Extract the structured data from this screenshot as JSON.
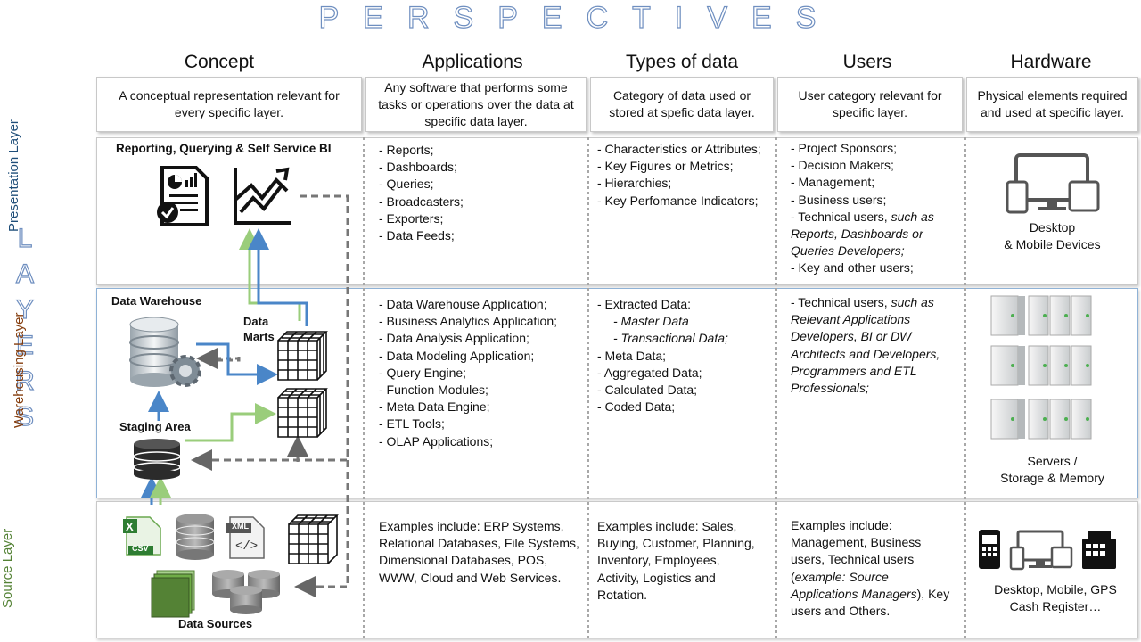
{
  "titles": {
    "top": "PERSPECTIVES",
    "side": "LAYERS"
  },
  "columns": [
    {
      "name": "Concept",
      "description": "A conceptual representation relevant for every specific layer."
    },
    {
      "name": "Applications",
      "description": "Any software that performs some tasks or operations over the data at specific data layer."
    },
    {
      "name": "Types of data",
      "description": "Category of data used or stored at spefic data layer."
    },
    {
      "name": "Users",
      "description": "User category relevant for specific layer."
    },
    {
      "name": "Hardware",
      "description": "Physical elements required and used at specific layer."
    }
  ],
  "layers": {
    "presentation": {
      "label": "Presentation Layer",
      "label_color": "#1f4e79",
      "concept_title": "Reporting, Querying & Self Service BI",
      "applications": [
        "- Reports;",
        "- Dashboards;",
        "- Queries;",
        "- Broadcasters;",
        "- Exporters;",
        "- Data Feeds;"
      ],
      "types": [
        "- Characteristics or Attributes;",
        "- Key Figures or Metrics;",
        "- Hierarchies;",
        "- Key Perfomance Indicators;"
      ],
      "users_lines": [
        "- Project Sponsors;",
        "- Decision Makers;",
        "- Management;",
        "- Business users;"
      ],
      "users_tech_prefix": "- Technical users, ",
      "users_tech_italic_1": "such as",
      "users_tech_italic_2": "Reports, Dashboards or",
      "users_tech_italic_3": "Queries Developers;",
      "users_last": "- Key and other users;",
      "hardware_line1": "Desktop",
      "hardware_line2": "& Mobile Devices"
    },
    "warehousing": {
      "label": "Warehousing Layer",
      "label_color": "#843c0c",
      "dw_label": "Data Warehouse",
      "marts_label_1": "Data",
      "marts_label_2": "Marts",
      "staging_label": "Staging Area",
      "applications": [
        "- Data Warehouse Application;",
        "- Business Analytics Application;",
        "- Data Analysis Application;",
        "- Data Modeling Application;",
        "- Query Engine;",
        "- Function Modules;",
        "- Meta Data Engine;",
        "- ETL Tools;",
        "- OLAP Applications;"
      ],
      "types_first": "- Extracted Data:",
      "types_sub": [
        "- Master Data",
        "- Transactional Data;"
      ],
      "types_rest": [
        "- Meta Data;",
        "- Aggregated Data;",
        "- Calculated Data;",
        "- Coded Data;"
      ],
      "users_prefix": "- Technical users, ",
      "users_italic_1": "such as",
      "users_italic_lines": [
        "Relevant Applications",
        "Developers, BI or DW",
        "Architects and Developers,",
        "Programmers and ETL",
        "Professionals;"
      ],
      "hardware_line1": "Servers /",
      "hardware_line2": "Storage & Memory"
    },
    "source": {
      "label": "Source Layer",
      "label_color": "#548235",
      "csv_label": "CSV",
      "xml_label": "XML",
      "sources_label": "Data Sources",
      "applications": [
        "Examples include: ERP Systems,",
        "Relational Databases, File Systems,",
        "Dimensional Databases, POS,",
        "WWW, Cloud and Web Services."
      ],
      "types": [
        "Examples include: Sales,",
        "Buying, Customer, Planning,",
        "Inventory, Employees,",
        "Activity, Logistics and",
        "Rotation."
      ],
      "users_1": "Examples include:",
      "users_2": "Management, Business",
      "users_3": "users, Technical users",
      "users_4_pre": "(",
      "users_4_it": "example: Source",
      "users_5_it": "Applications Managers",
      "users_5_post": "), Key",
      "users_6": "users and Others.",
      "hardware_line1": "Desktop, Mobile, GPS",
      "hardware_line2": "Cash Register…"
    }
  },
  "colors": {
    "blue_arrow": "#4a86c8",
    "green_arrow": "#9acd7b",
    "gray_dash": "#777777"
  }
}
